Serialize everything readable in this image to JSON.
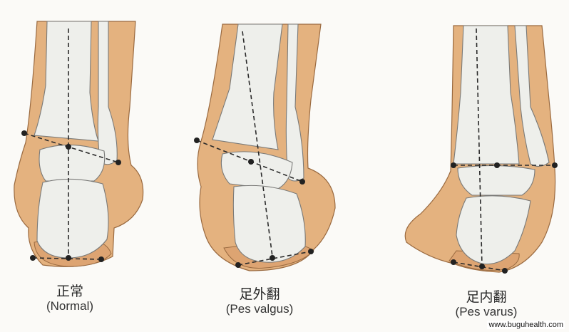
{
  "figures": [
    {
      "label_zh": "正常",
      "label_en": "(Normal)"
    },
    {
      "label_zh": "足外翻",
      "label_en": "(Pes valgus)"
    },
    {
      "label_zh": "足内翻",
      "label_en": "(Pes varus)"
    }
  ],
  "watermark": "www.buguhealth.com",
  "colors": {
    "skin": "#e4b27f",
    "skin_dark": "#9a6a40",
    "bone": "#eeefeb",
    "bone_line": "#7a7a78",
    "marker": "#222222"
  }
}
